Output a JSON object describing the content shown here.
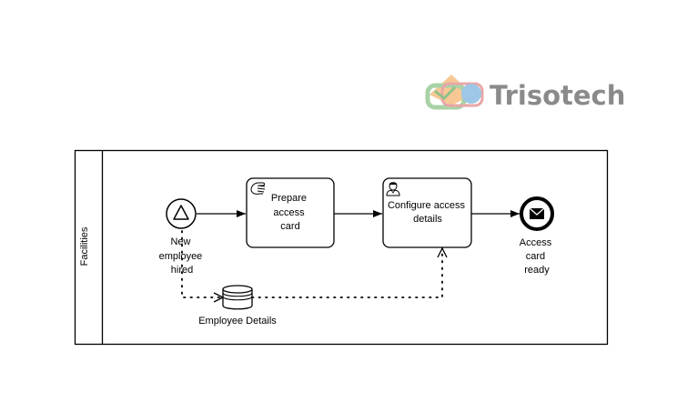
{
  "brand": {
    "name": "Trisotech",
    "text_color": "#8a8a8a",
    "logo_colors": [
      "#f7c58d",
      "#a9d3a6",
      "#9ec6e6",
      "#e8a7a7"
    ]
  },
  "pool": {
    "lane_label": "Facilities"
  },
  "start_event": {
    "label_lines": [
      "New",
      "employee",
      "hired"
    ]
  },
  "task_prepare": {
    "label_lines": [
      "Prepare",
      "access",
      "card"
    ],
    "icon": "hand-icon"
  },
  "task_configure": {
    "label_lines": [
      "Configure access",
      "details"
    ],
    "icon": "user-icon"
  },
  "end_event": {
    "label_lines": [
      "Access",
      "card",
      "ready"
    ],
    "icon": "envelope-icon"
  },
  "data_store": {
    "label": "Employee Details"
  }
}
